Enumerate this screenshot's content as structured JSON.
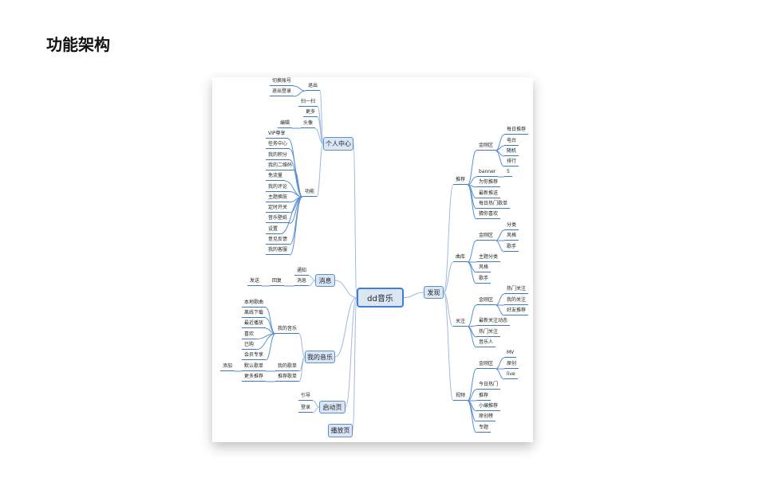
{
  "page_title": "功能架构",
  "labels": [
    "dd音乐",
    "个人中心",
    "退出",
    "切换账号",
    "退出登录",
    "扫一扫",
    "更多",
    "头像",
    "编辑",
    "功能",
    "VIP尊享",
    "任务中心",
    "我的积分",
    "我的二维码",
    "免流量",
    "我的评论",
    "主题换肤",
    "定时开关",
    "音乐壁纸",
    "设置",
    "意见反馈",
    "我的客服",
    "消息",
    "通知",
    "消息",
    "回复",
    "发送",
    "我的音乐",
    "我的音乐",
    "本地歌曲",
    "离线下载",
    "最近播放",
    "喜欢",
    "已购",
    "会员专享",
    "我的歌单",
    "默认歌单",
    "添加",
    "推荐歌单",
    "更多推荐",
    "启动页",
    "引导",
    "登录",
    "播放页",
    "发现",
    "推荐",
    "金刚区",
    "每日推荐",
    "电台",
    "随机",
    "排行",
    "banner",
    "5",
    "为你推荐",
    "最新推送",
    "每日热门歌单",
    "猜你喜欢",
    "曲库",
    "金刚区",
    "分类",
    "风格",
    "歌手",
    "主题分类",
    "风格",
    "歌手",
    "关注",
    "金刚区",
    "热门关注",
    "我的关注",
    "好友推荐",
    "最新关注动态",
    "热门关注",
    "音乐人",
    "视频",
    "金刚区",
    "MV",
    "原创",
    "live",
    "今日热门",
    "推荐",
    "小编推荐",
    "原创榜",
    "专题"
  ]
}
